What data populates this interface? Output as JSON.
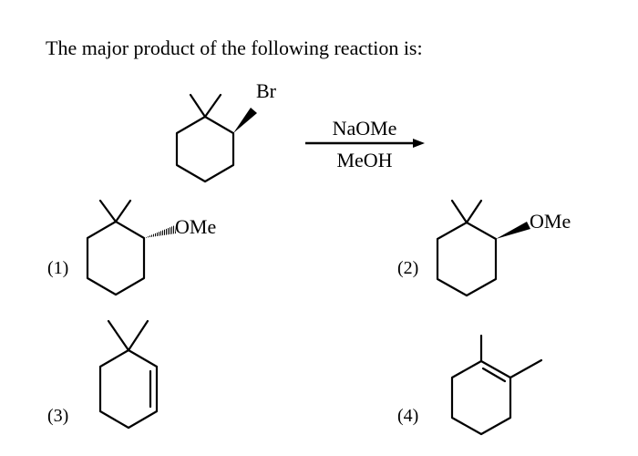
{
  "question": "The major product of the following reaction is:",
  "reactant": {
    "substituent": "Br"
  },
  "conditions": {
    "reagent": "NaOMe",
    "solvent": "MeOH"
  },
  "options": [
    {
      "number": "(1)",
      "substituent": "OMe"
    },
    {
      "number": "(2)",
      "substituent": "OMe"
    },
    {
      "number": "(3)"
    },
    {
      "number": "(4)"
    }
  ]
}
